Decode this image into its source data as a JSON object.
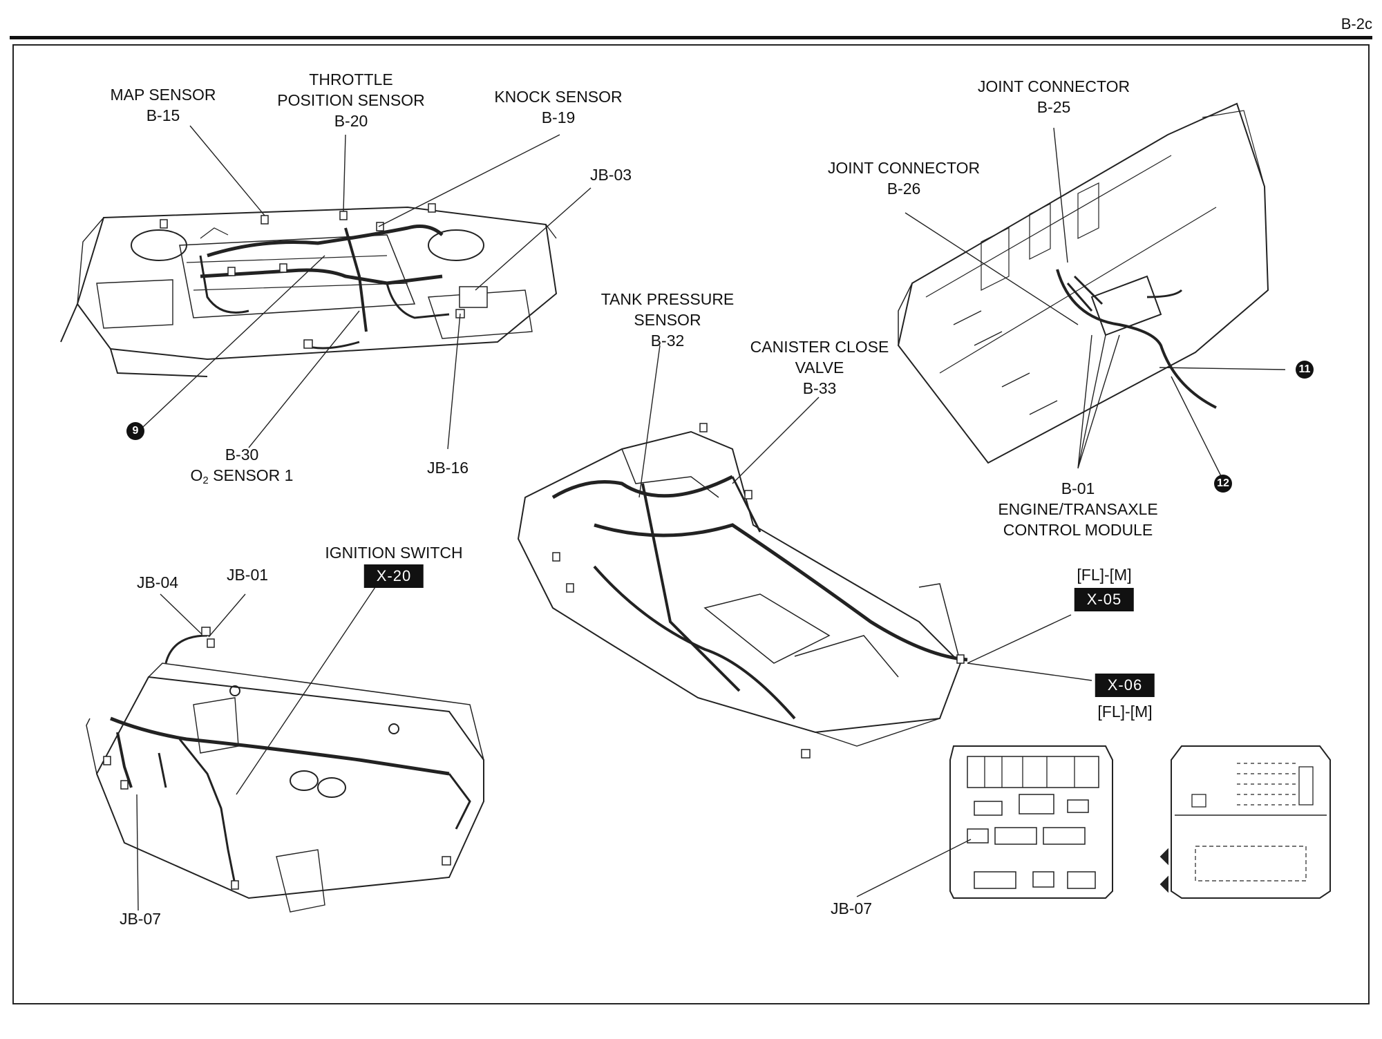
{
  "page_code": "B-2c",
  "labels": {
    "map_sensor": [
      "MAP SENSOR",
      "B-15"
    ],
    "throttle": [
      "THROTTLE",
      "POSITION SENSOR",
      "B-20"
    ],
    "knock": [
      "KNOCK SENSOR",
      "B-19"
    ],
    "jb03": "JB-03",
    "b30": "B-30",
    "o2_prefix": "O",
    "o2_sub": "2",
    "o2_suffix": " SENSOR 1",
    "jb16": "JB-16",
    "badge9": "9",
    "joint_b25": [
      "JOINT CONNECTOR",
      "B-25"
    ],
    "joint_b26": [
      "JOINT CONNECTOR",
      "B-26"
    ],
    "badge11": "11",
    "badge12": "12",
    "b01": [
      "B-01",
      "ENGINE/TRANSAXLE",
      "CONTROL MODULE"
    ],
    "tank": [
      "TANK PRESSURE",
      "SENSOR",
      "B-32"
    ],
    "canister": [
      "CANISTER CLOSE",
      "VALVE",
      "B-33"
    ],
    "x05_top": "[FL]-[M]",
    "x05": "X-05",
    "x06": "X-06",
    "x06_bottom": "[FL]-[M]",
    "ignition": "IGNITION SWITCH",
    "x20": "X-20",
    "jb04": "JB-04",
    "jb01": "JB-01",
    "jb07_left": "JB-07",
    "jb07_right": "JB-07"
  }
}
